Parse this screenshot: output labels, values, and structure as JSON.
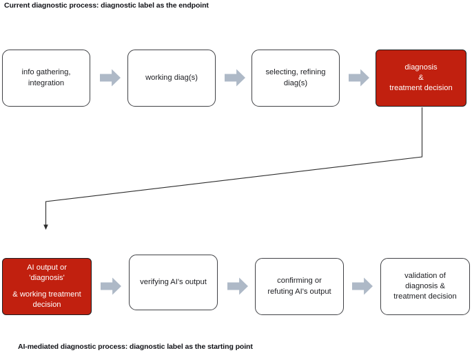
{
  "diagram": {
    "title_top": "Current diagnostic process: diagnostic label as the endpoint",
    "title_bottom": "AI-mediated diagnostic process: diagnostic label as the starting point",
    "colors": {
      "accent_red": "#c1200f",
      "arrow_grey": "#aeb9c7",
      "box_border": "#3f4044",
      "text": "#1b1c20",
      "background": "#ffffff"
    },
    "top_row": {
      "nodes": [
        {
          "id": "info-gathering",
          "style": "plain",
          "lines": [
            "info gathering,",
            "integration"
          ]
        },
        {
          "id": "working-diags",
          "style": "plain",
          "lines": [
            "working diag(s)"
          ]
        },
        {
          "id": "selecting-refining",
          "style": "plain",
          "lines": [
            "selecting, refining",
            "diag(s)"
          ]
        },
        {
          "id": "diagnosis-treatment-decision",
          "style": "accent",
          "lines": [
            "diagnosis",
            "&",
            "treatment decision"
          ]
        }
      ],
      "connector_arrows": 3
    },
    "bottom_row": {
      "nodes": [
        {
          "id": "ai-output-diagnosis",
          "style": "accent",
          "para1": [
            "AI output or",
            "'diagnosis'"
          ],
          "para2": [
            "& working treatment",
            "decision"
          ]
        },
        {
          "id": "verifying-ai-output",
          "style": "plain",
          "lines": [
            "verifying AI's output"
          ]
        },
        {
          "id": "confirming-refuting",
          "style": "plain",
          "lines": [
            "confirming or",
            "refuting AI's output"
          ]
        },
        {
          "id": "validation-of-diagnosis",
          "style": "plain",
          "lines": [
            "validation of",
            "diagnosis &",
            "treatment decision"
          ]
        }
      ],
      "connector_arrows": 3
    },
    "flow_connector": {
      "id": "endpoint-to-startpoint-connector",
      "description": "elbow line from diagnosis & treatment decision down-left to AI output box",
      "stroke": "#2b2b2b"
    }
  }
}
